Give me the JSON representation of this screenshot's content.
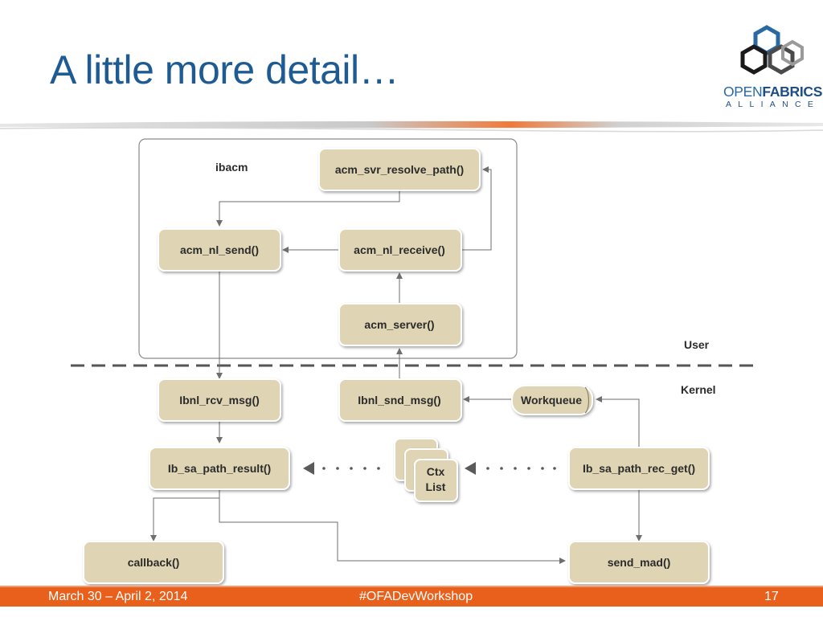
{
  "slide": {
    "title": "A little more detail…"
  },
  "logo": {
    "word_open": "OPEN",
    "word_fabrics": "FABRICS",
    "subtitle": "ALLIANCE"
  },
  "diagram": {
    "group_label": "ibacm",
    "region_user": "User",
    "region_kernel": "Kernel",
    "nodes": {
      "acm_svr_resolve_path": "acm_svr_resolve_path()",
      "acm_nl_send": "acm_nl_send()",
      "acm_nl_receive": "acm_nl_receive()",
      "acm_server": "acm_server()",
      "ibnl_rcv_msg": "Ibnl_rcv_msg()",
      "ibnl_snd_msg": "Ibnl_snd_msg()",
      "workqueue": "Workqueue",
      "ib_sa_path_result": "Ib_sa_path_result()",
      "ctx_list_line1": "Ctx",
      "ctx_list_line2": "List",
      "ib_sa_path_rec_get": "Ib_sa_path_rec_get()",
      "callback": "callback()",
      "send_mad": "send_mad()"
    },
    "colors": {
      "node_fill": "#dfd5b4",
      "node_border": "#ffffff",
      "arrow": "#6e6e6e",
      "group_border": "#8a8a8a"
    }
  },
  "footer": {
    "date": "March 30 – April 2, 2014",
    "hashtag": "#OFADevWorkshop",
    "page": "17"
  },
  "theme": {
    "title_color": "#1f5b93",
    "footer_color": "#e8601c"
  }
}
